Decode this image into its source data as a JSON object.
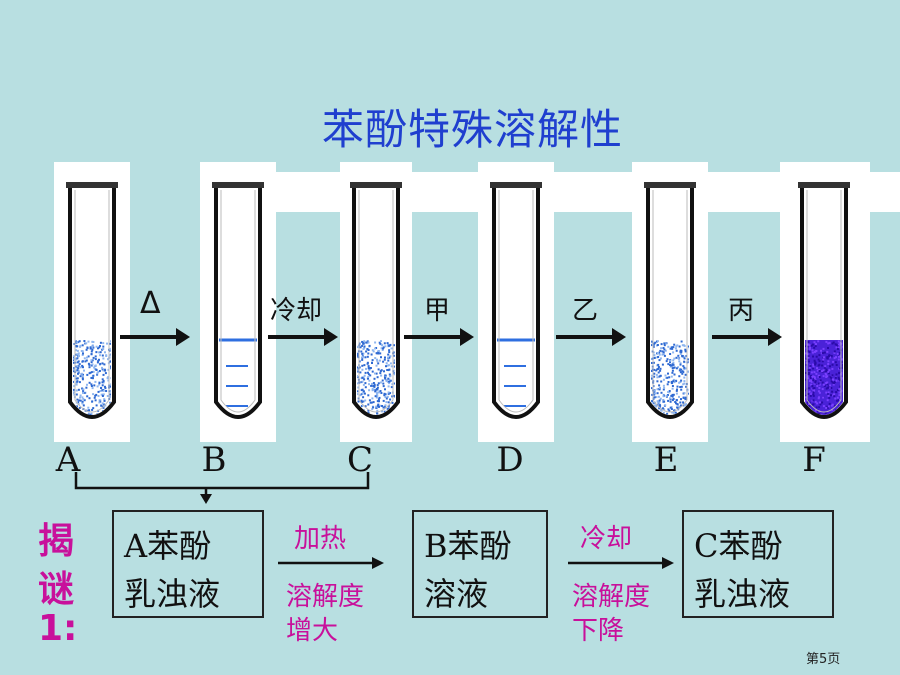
{
  "title": "苯酚特殊溶解性",
  "tubes": [
    {
      "label": "A",
      "state": "emulsion",
      "color": "#3f76d6"
    },
    {
      "label": "B",
      "state": "solution",
      "color": "#3f76d6"
    },
    {
      "label": "C",
      "state": "emulsion",
      "color": "#3f76d6"
    },
    {
      "label": "D",
      "state": "solution",
      "color": "#3f76d6"
    },
    {
      "label": "E",
      "state": "emulsion",
      "color": "#3f76d6"
    },
    {
      "label": "F",
      "state": "purple",
      "color": "#5a1fd6"
    }
  ],
  "steps": [
    "Δ",
    "冷却",
    "甲",
    "乙",
    "丙"
  ],
  "reveal": [
    "揭",
    "谜",
    "1:"
  ],
  "boxes": [
    {
      "line1": "A苯酚",
      "line2": "乳浊液"
    },
    {
      "line1": "B苯酚",
      "line2": "溶液"
    },
    {
      "line1": "C苯酚",
      "line2": "乳浊液"
    }
  ],
  "process": [
    {
      "top": "加热",
      "bottom1": "溶解度",
      "bottom2": "增大"
    },
    {
      "top": "冷却",
      "bottom1": "溶解度",
      "bottom2": "下降"
    }
  ],
  "page": "第5页",
  "colors": {
    "accent_pink": "#c8109b",
    "title_blue": "#1f3fcf"
  }
}
